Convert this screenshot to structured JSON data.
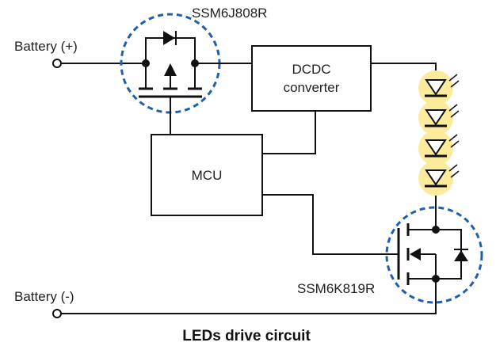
{
  "labels": {
    "battery_pos": "Battery (+)",
    "battery_neg": "Battery (-)",
    "pmos_part": "SSM6J808R",
    "nmos_part": "SSM6K819R",
    "dcdc_line1": "DCDC",
    "dcdc_line2": "converter",
    "mcu": "MCU",
    "caption": "LEDs drive circuit"
  },
  "colors": {
    "highlight_ring": "#1f5fae",
    "led_glow": "#fbeb9a",
    "wire": "#111111"
  },
  "led_count": 4
}
